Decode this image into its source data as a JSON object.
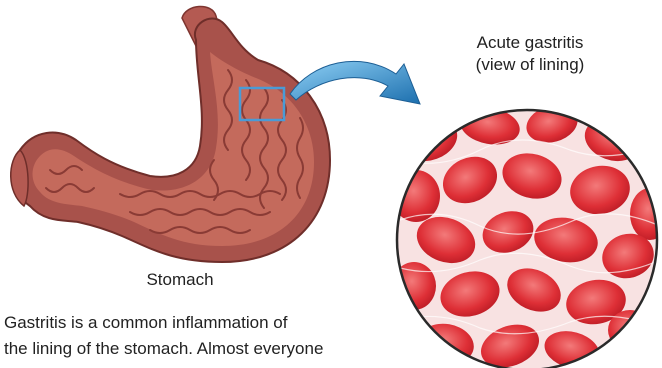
{
  "labels": {
    "stomach": "Stomach",
    "zoom_title_line1": "Acute gastritis",
    "zoom_title_line2": "(view of lining)"
  },
  "description": {
    "line1": "Gastritis is a common inflammation of",
    "line2": "the lining of the stomach. Almost everyone"
  },
  "colors": {
    "stomach_wall": "#a8524b",
    "stomach_inner": "#c46a5c",
    "folds": "#8a3b35",
    "highlight_box": "#4a9bd6",
    "arrow": "#2e8bc9",
    "lining_bg": "#f5d4d4",
    "lining_cell": "#e0333a",
    "circle_border": "#2a2a2a"
  }
}
